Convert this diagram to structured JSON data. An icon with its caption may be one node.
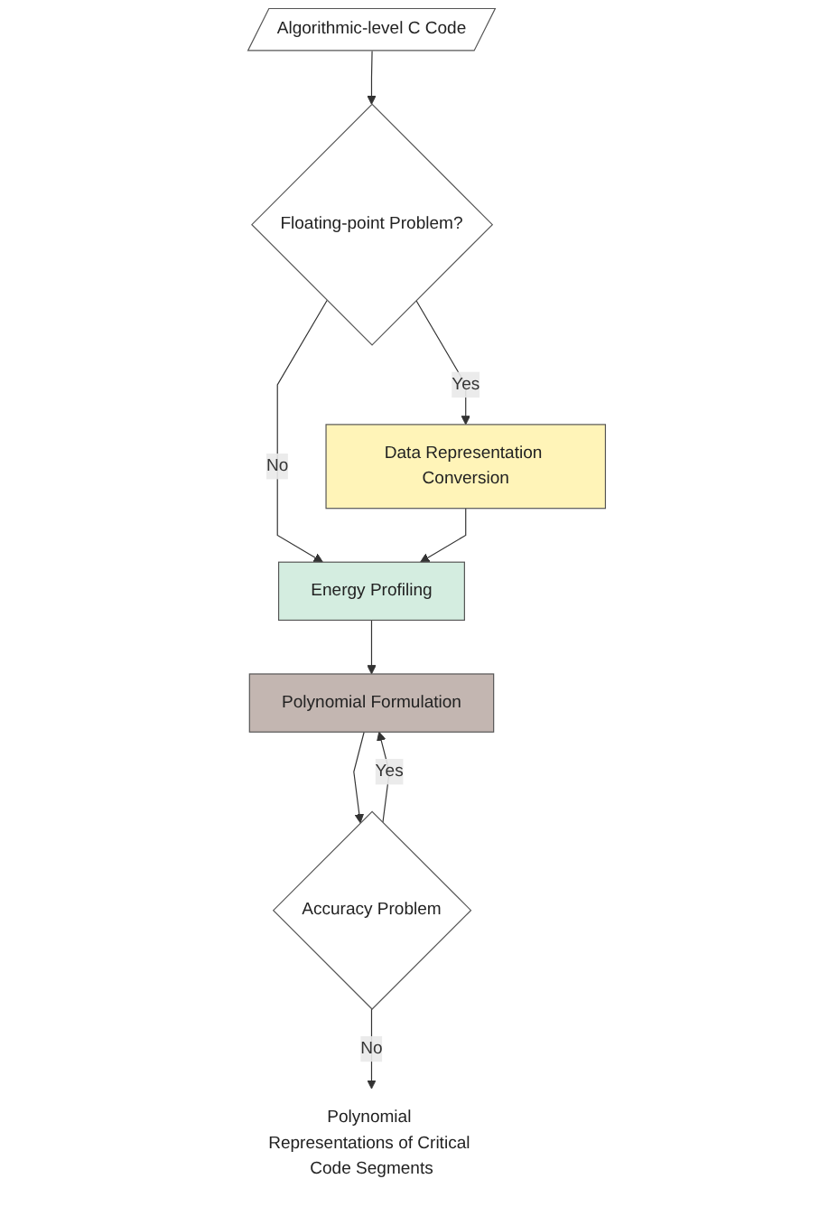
{
  "diagram": {
    "nodes": [
      {
        "text": [
          "Algorithmic-level C Code"
        ]
      },
      {
        "text": [
          "Floating-point Problem?"
        ]
      },
      {
        "text": [
          "Data Representation Conversion"
        ]
      },
      {
        "text": [
          "Energy Profiling"
        ]
      },
      {
        "text": [
          "Polynomial Formulation"
        ]
      },
      {
        "text": [
          "Accuracy Problem"
        ]
      },
      {
        "text": [
          "Polynomial Representations of Critical Code Segments"
        ]
      }
    ],
    "edges": [
      {
        "from": 0,
        "to": 1,
        "arrow": "to"
      },
      {
        "from": 1,
        "to": 2,
        "arrow": "to",
        "label": "Yes"
      },
      {
        "from": 1,
        "to": 3,
        "arrow": "to",
        "label": "No"
      },
      {
        "from": 2,
        "to": 3,
        "arrow": "to"
      },
      {
        "from": 3,
        "to": 4,
        "arrow": "to"
      },
      {
        "from": 4,
        "to": 5,
        "arrow": "to"
      },
      {
        "from": 5,
        "to": 4,
        "arrow": "to",
        "label": "Yes"
      },
      {
        "from": 5,
        "to": 6,
        "arrow": "to",
        "label": "No"
      }
    ]
  }
}
